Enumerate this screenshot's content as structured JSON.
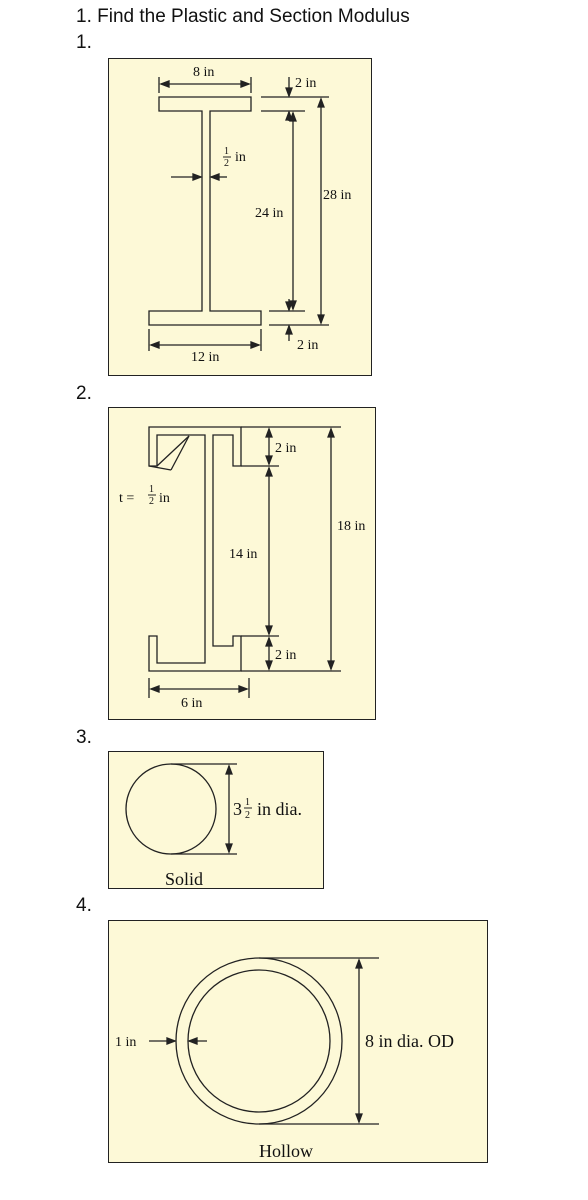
{
  "problem": {
    "title": "1.  Find the Plastic and Section Modulus",
    "numbers": [
      "1.",
      "2.",
      "3.",
      "4."
    ]
  },
  "fig1": {
    "top_width": "8 in",
    "top_flange": "2 in",
    "web_thk_num": "1",
    "web_thk_den": "2",
    "web_thk_unit": "in",
    "total_height": "28 in",
    "web_height": "24 in",
    "bottom_flange": "2 in",
    "bottom_width": "12 in"
  },
  "fig2": {
    "thk_prefix": "t =",
    "thk_num": "1",
    "thk_den": "2",
    "thk_unit": "in",
    "top_lip": "2 in",
    "total_height": "18 in",
    "web_height": "14 in",
    "bottom_lip": "2 in",
    "width": "6 in"
  },
  "fig3": {
    "dia_whole": "3",
    "dia_num": "1",
    "dia_den": "2",
    "dia_unit": "in dia.",
    "label": "Solid"
  },
  "fig4": {
    "thk": "1 in",
    "od": "8 in dia. OD",
    "label": "Hollow"
  }
}
